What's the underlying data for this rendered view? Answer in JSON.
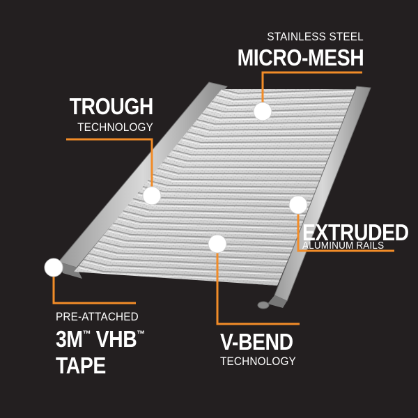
{
  "background_color": "#231f20",
  "accent_color": "#f28c28",
  "callouts": {
    "micro_mesh": {
      "line1": "STAINLESS STEEL",
      "line2": "MICRO-MESH"
    },
    "trough": {
      "line1": "TROUGH",
      "line2": "TECHNOLOGY"
    },
    "extruded": {
      "line1": "EXTRUDED",
      "line2": "ALUMINUM RAILS"
    },
    "tape": {
      "line1": "PRE-ATTACHED",
      "line2_a": "3M",
      "tm1": "™",
      "line2_b": " VHB",
      "tm2": "™",
      "line3": "TAPE"
    },
    "v_bend": {
      "line1": "V-BEND",
      "line2": "TECHNOLOGY"
    }
  }
}
